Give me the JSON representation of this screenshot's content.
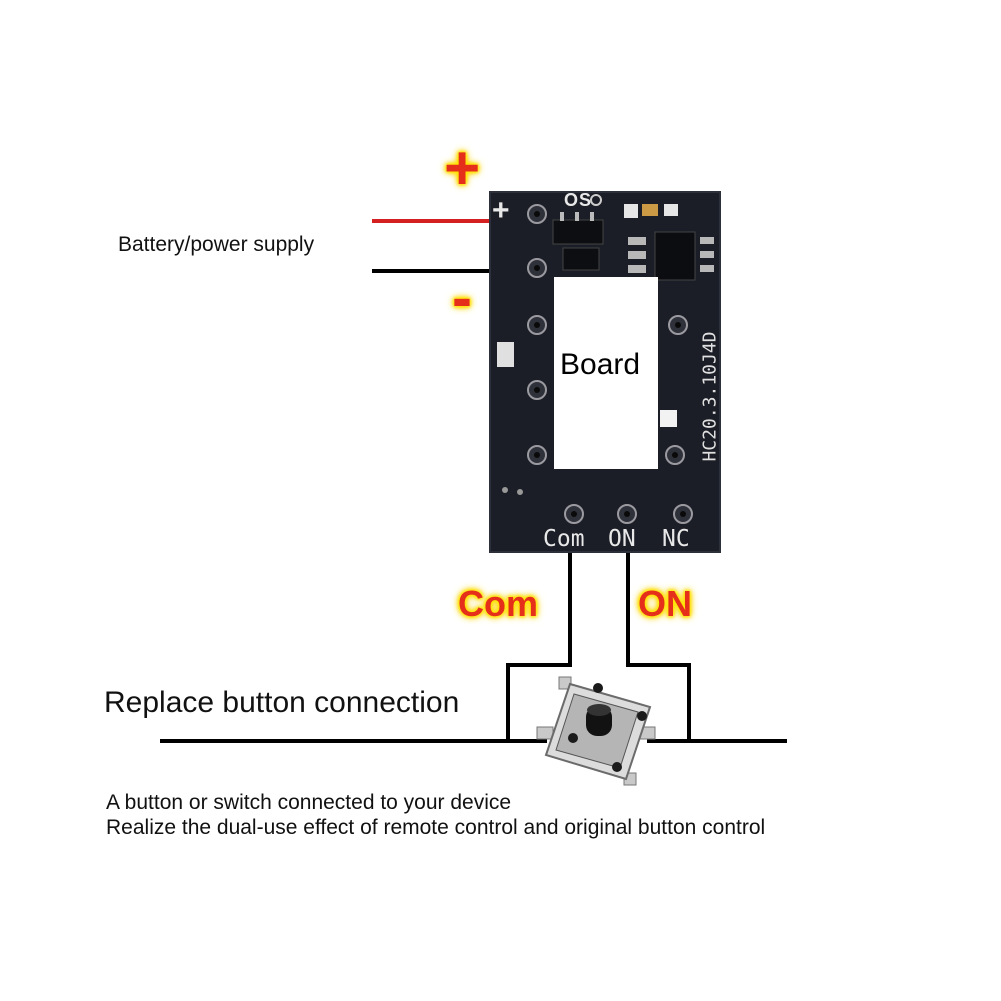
{
  "battery_label": "Battery/power supply",
  "plus_sign": "+",
  "minus_sign": "-",
  "board": {
    "label": "Board",
    "silk_model": "HC20.3.10J4D",
    "silk_osc": "OS",
    "silk_plus": "+",
    "terminal_labels": [
      "Com",
      "ON",
      "NC"
    ]
  },
  "wire_labels": {
    "com": "Com",
    "on": "ON"
  },
  "replace_label": "Replace button connection",
  "desc": {
    "line1": "A button or switch connected to your device",
    "line2": "Realize the dual-use effect of remote control and original button control"
  },
  "colors": {
    "positive_wire": "#d42020",
    "negative_wire": "#000000",
    "pcb": "#1b1e26",
    "label_text": "#e52f1a",
    "label_glow": "#ffe600"
  }
}
